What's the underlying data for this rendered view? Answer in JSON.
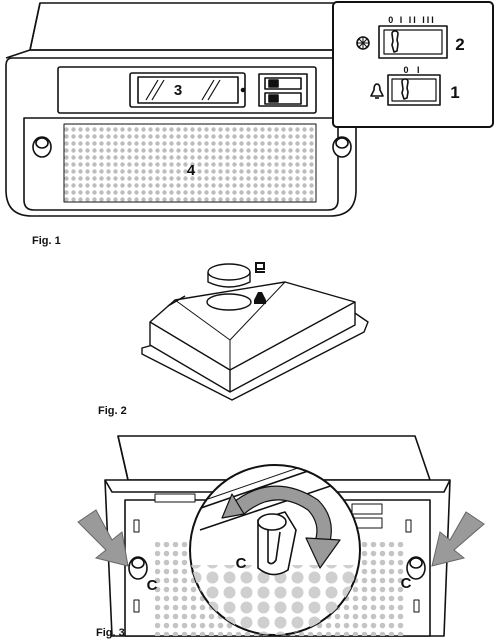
{
  "figure1": {
    "caption": "Fig. 1",
    "callout_light_panel": "3",
    "callout_grille": "4",
    "callout_switch_speed": "2",
    "callout_switch_light": "1",
    "speed_switch_scale": "0 I II III",
    "light_switch_scale": "0 I"
  },
  "figure2": {
    "caption": "Fig. 2"
  },
  "figure3": {
    "caption": "Fig. 3",
    "clip_label": "C"
  },
  "colors": {
    "line": "#111111",
    "grille_dots": "#bdbdbd",
    "arrow_fill": "#9a9a9a",
    "arrow_light": "#c8c8c8"
  },
  "icons": [
    "fan-icon",
    "bulb-icon",
    "exhaust-symbol-icon",
    "recirculation-symbol-icon",
    "rotate-arrow-icon",
    "push-arrow-icon"
  ]
}
